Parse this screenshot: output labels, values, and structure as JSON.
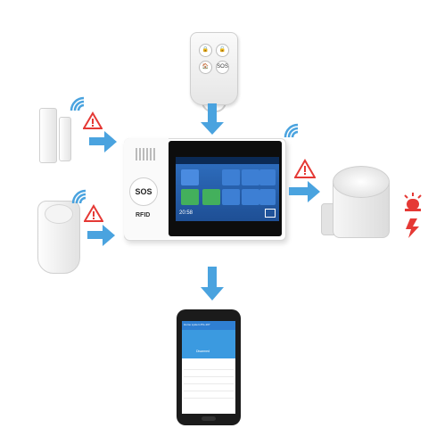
{
  "remote": {
    "buttons": [
      "🔒",
      "🔓",
      "🏠",
      "SOS"
    ]
  },
  "panel": {
    "sos_label": "SOS",
    "rfid_label": "RFID",
    "lcd_time": "20:58"
  },
  "phone": {
    "header_title": "Home system PG-107",
    "hero_label": "Disarmed"
  },
  "colors": {
    "arrow": "#4aa3df",
    "alert": "#e53935",
    "wifi": "#4aa3df"
  },
  "icons": [
    "wifi-icon",
    "warning-icon",
    "siren-light-icon",
    "lightning-icon"
  ]
}
